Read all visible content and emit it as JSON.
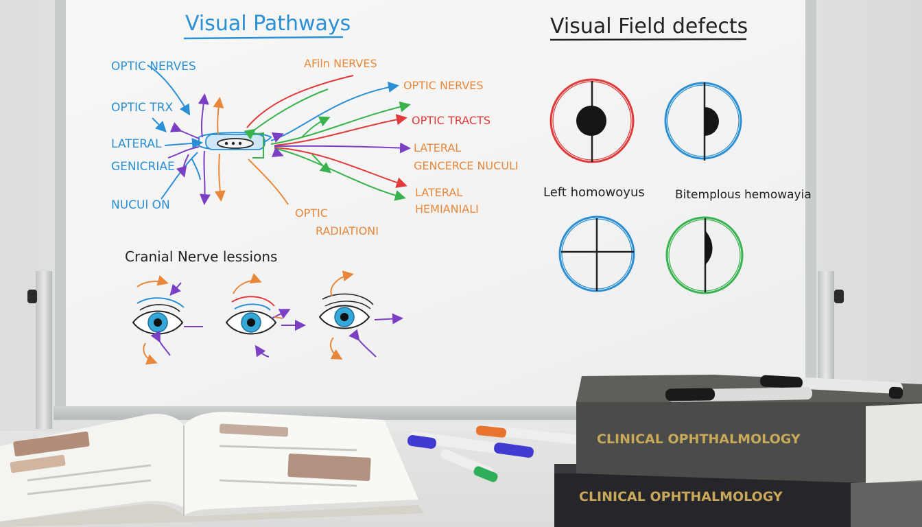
{
  "whiteboard": {
    "title_left": "Visual Pathways",
    "title_right": "Visual Field defects",
    "pathway_labels_left": [
      "OPTIC NERVES",
      "OPTIC TRX",
      "LATERAL",
      "GENICRIAE",
      "NUCUl ON"
    ],
    "pathway_labels_right": [
      "AFiln NERVES",
      "OPTIC NERVES",
      "OPTIC TRACTS",
      "LATERAL",
      "GENCERCE NUCULI",
      "LATERAL",
      "HEMIANIALI",
      "OPTIC",
      "RADIATIONI"
    ],
    "cranial_title": "Cranial Nerve lessions",
    "field_label_1": "Left homowoyus",
    "field_label_2": "Bitemplous hemowayia"
  },
  "books": {
    "top_title": "CLINICAL OPHTHALMOLOGY",
    "bottom_title": "CLINICAL OPHTHALMOLOGY"
  },
  "colors": {
    "blue": "#2a8fd4",
    "orange": "#e8873a",
    "green": "#37b24d",
    "red": "#e03a3a",
    "purple": "#7b3fc4",
    "black": "#1e1e1e"
  }
}
